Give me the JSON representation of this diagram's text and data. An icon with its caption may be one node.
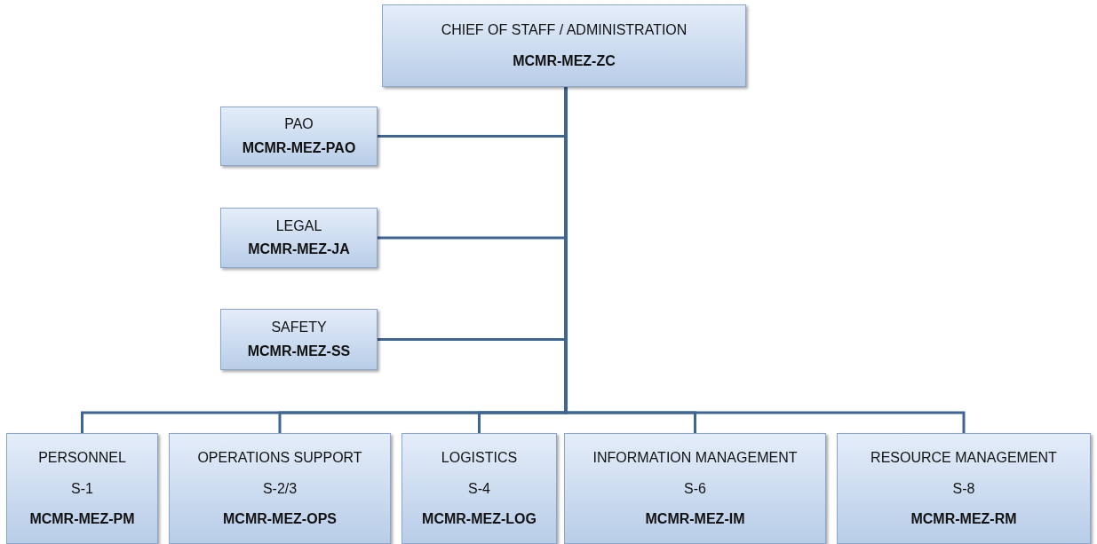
{
  "diagram": {
    "nodes": [
      {
        "text": [
          "CHIEF OF STAFF / ADMINISTRATION",
          "MCMR-MEZ-ZC"
        ]
      },
      {
        "text": [
          "PAO",
          "MCMR-MEZ-PAO"
        ]
      },
      {
        "text": [
          "LEGAL",
          "MCMR-MEZ-JA"
        ]
      },
      {
        "text": [
          "SAFETY",
          "MCMR-MEZ-SS"
        ]
      },
      {
        "text": [
          "PERSONNEL",
          "S-1",
          "MCMR-MEZ-PM"
        ]
      },
      {
        "text": [
          "OPERATIONS SUPPORT",
          "S-2/3",
          "MCMR-MEZ-OPS"
        ]
      },
      {
        "text": [
          "LOGISTICS",
          "S-4",
          "MCMR-MEZ-LOG"
        ]
      },
      {
        "text": [
          "INFORMATION MANAGEMENT",
          "S-6",
          "MCMR-MEZ-IM"
        ]
      },
      {
        "text": [
          "RESOURCE MANAGEMENT",
          "S-8",
          "MCMR-MEZ-RM"
        ]
      }
    ],
    "edges": [
      {
        "from": 0,
        "to": 1,
        "arrow": "none"
      },
      {
        "from": 0,
        "to": 2,
        "arrow": "none"
      },
      {
        "from": 0,
        "to": 3,
        "arrow": "none"
      },
      {
        "from": 0,
        "to": 4,
        "arrow": "none"
      },
      {
        "from": 0,
        "to": 5,
        "arrow": "none"
      },
      {
        "from": 0,
        "to": 6,
        "arrow": "none"
      },
      {
        "from": 0,
        "to": 7,
        "arrow": "none"
      },
      {
        "from": 0,
        "to": 8,
        "arrow": "none"
      }
    ]
  }
}
